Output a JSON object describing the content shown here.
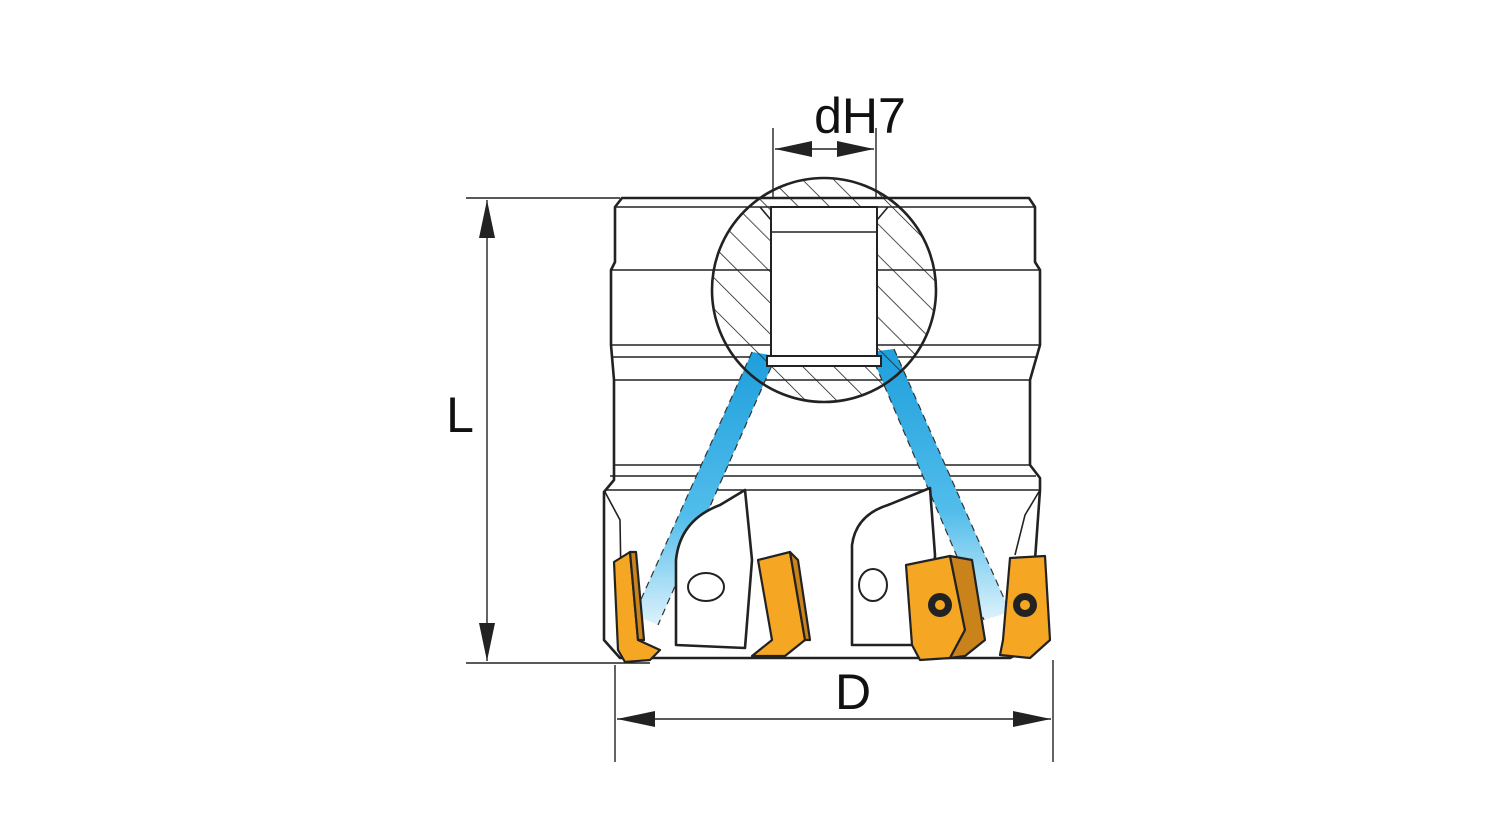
{
  "labels": {
    "bore": "dH7",
    "length": "L",
    "diameter": "D"
  },
  "colors": {
    "insert": "#F5A623",
    "insert_dark": "#C9831A",
    "coolant": "#2BA7E0",
    "coolant_light": "#9FD8F3",
    "line": "#222222"
  },
  "icons": {
    "screw": "torx-screw-icon",
    "arrow": "arrowhead-icon"
  }
}
